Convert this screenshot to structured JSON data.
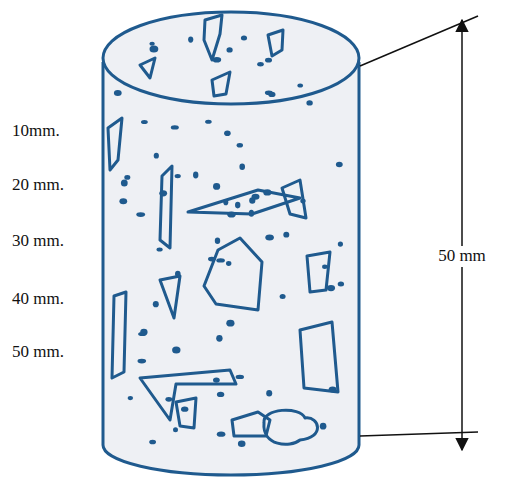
{
  "diagram": {
    "labels": [
      "10mm.",
      "20 mm.",
      "30 mm.",
      "40 mm.",
      "50 mm.",
      "50 mm"
    ]
  }
}
